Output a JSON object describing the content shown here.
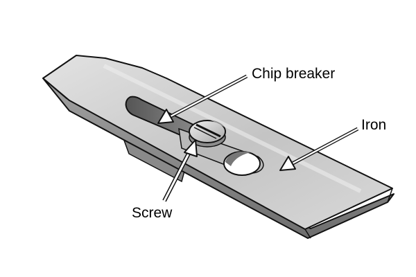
{
  "labels": {
    "chip_breaker": "Chip breaker",
    "iron": "Iron",
    "screw": "Screw"
  },
  "colors": {
    "background": "#ffffff",
    "outline": "#111111",
    "steel_top": "#c9c9c9",
    "steel_edge": "#8f8f8f",
    "hole": "#ffffff"
  }
}
